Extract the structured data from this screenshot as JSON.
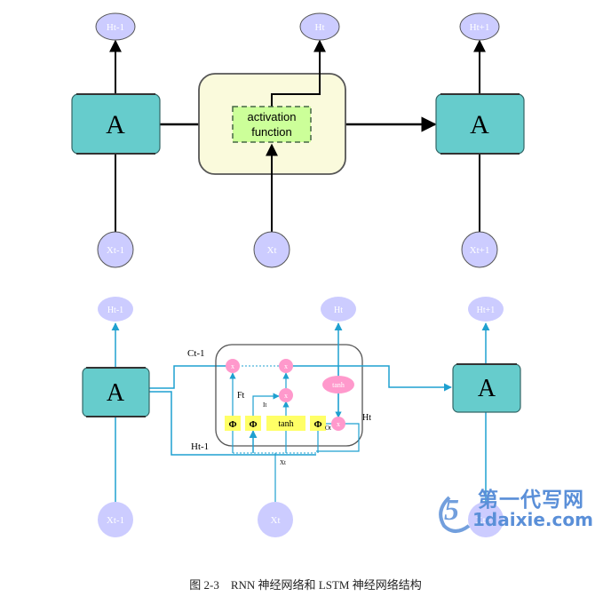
{
  "rnn": {
    "cell_label": "A",
    "activation_line1": "activation",
    "activation_line2": "function",
    "outputs": [
      "Ht-1",
      "Ht",
      "Ht+1"
    ],
    "inputs": [
      "Xt-1",
      "Xt",
      "Xt+1"
    ]
  },
  "lstm": {
    "cell_label": "A",
    "outputs": [
      "Ht-1",
      "Ht",
      "Ht+1"
    ],
    "inputs": [
      "Xt-1",
      "Xt",
      "Xt+1"
    ],
    "gate_symbol": "Φ",
    "mult_symbol": "x",
    "tanh_label": "tanh",
    "labels": {
      "c_prev": "Ct-1",
      "h_prev": "Ht-1",
      "forget": "Ft",
      "input": "It",
      "output": "Ot",
      "h_out": "Ht",
      "x_in": "Xt"
    }
  },
  "watermark": {
    "logo_glyph": "5",
    "text": "第一代写网",
    "url": "1daixie.com"
  },
  "caption": "图 2-3　RNN 神经网络和 LSTM 神经网络结构",
  "colors": {
    "cell_fill": "#66cccc",
    "node_fill": "#ccccff",
    "activation_bg": "#fafadc",
    "activation_fill": "#ccff99",
    "lstm_line": "#1fa0d0",
    "gate_fill": "#ffff66",
    "mult_fill": "#ff99cc"
  }
}
